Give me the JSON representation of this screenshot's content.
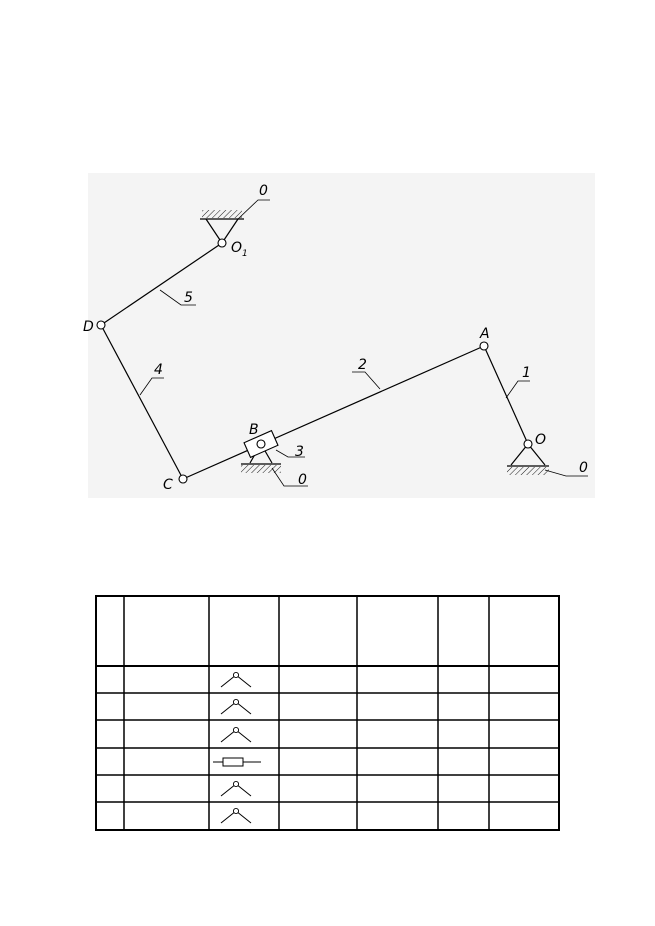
{
  "diagram": {
    "points": {
      "O1": {
        "main": "O",
        "sub": "1"
      },
      "D": "D",
      "C": "C",
      "B": "B",
      "A": "A",
      "O": "O"
    },
    "link_numbers": {
      "link1": "1",
      "link2": "2",
      "link3": "3",
      "link4": "4",
      "link5": "5"
    },
    "frame_labels": {
      "top": "0",
      "slider": "0",
      "right": "0"
    }
  },
  "table": {
    "header": [
      "",
      "",
      "",
      "",
      "",
      "",
      ""
    ],
    "rows": [
      {
        "symbol": "revolute-icon",
        "cells": [
          "",
          "",
          "",
          "",
          "",
          ""
        ]
      },
      {
        "symbol": "revolute-icon",
        "cells": [
          "",
          "",
          "",
          "",
          "",
          ""
        ]
      },
      {
        "symbol": "revolute-icon",
        "cells": [
          "",
          "",
          "",
          "",
          "",
          ""
        ]
      },
      {
        "symbol": "prismatic-icon",
        "cells": [
          "",
          "",
          "",
          "",
          "",
          ""
        ]
      },
      {
        "symbol": "revolute-icon",
        "cells": [
          "",
          "",
          "",
          "",
          "",
          ""
        ]
      },
      {
        "symbol": "revolute-icon",
        "cells": [
          "",
          "",
          "",
          "",
          "",
          ""
        ]
      }
    ]
  }
}
